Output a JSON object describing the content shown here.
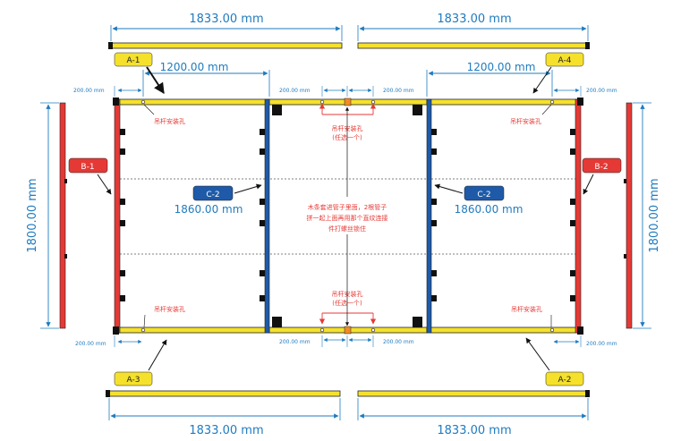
{
  "dims": {
    "top_left": "1833.00 mm",
    "top_right": "1833.00 mm",
    "bottom_left": "1833.00 mm",
    "bottom_right": "1833.00 mm",
    "span_left": "1200.00 mm",
    "span_right": "1200.00 mm",
    "height_left": "1800.00 mm",
    "height_right": "1800.00 mm",
    "c2_left": "1860.00 mm",
    "c2_right": "1860.00 mm",
    "small_top_left": "200.00 mm",
    "small_top_right": "200.00 mm",
    "small_top_center_left": "200.00 mm",
    "small_top_center_right": "200.00 mm",
    "small_bottom_left": "200.00 mm",
    "small_bottom_right": "200.00 mm",
    "small_bottom_center_left": "200.00 mm",
    "small_bottom_center_right": "200.00 mm"
  },
  "tags": {
    "a1": "A-1",
    "a2": "A-2",
    "a3": "A-3",
    "a4": "A-4",
    "b1": "B-1",
    "b2": "B-2",
    "c2_left": "C-2",
    "c2_right": "C-2"
  },
  "notes": {
    "hole_top_left": "吊杆安装孔",
    "hole_top_right": "吊杆安装孔",
    "hole_bottom_left": "吊杆安装孔",
    "hole_bottom_right": "吊杆安装孔",
    "center_top_line1": "吊杆安装孔",
    "center_top_line2": "(任选一个)",
    "center_bottom_line1": "吊杆安装孔",
    "center_bottom_line2": "(任选一个)",
    "center_line1": "木条套进管子里面，2根管子",
    "center_line2": "拼一起上面再用那个直纹连接",
    "center_line3": "件打螺丝锁住"
  },
  "colors": {
    "yellow": "#f5e12c",
    "red": "#e53935",
    "blue": "#1e5aa8",
    "dim": "#1f7bbf",
    "black": "#111111"
  }
}
